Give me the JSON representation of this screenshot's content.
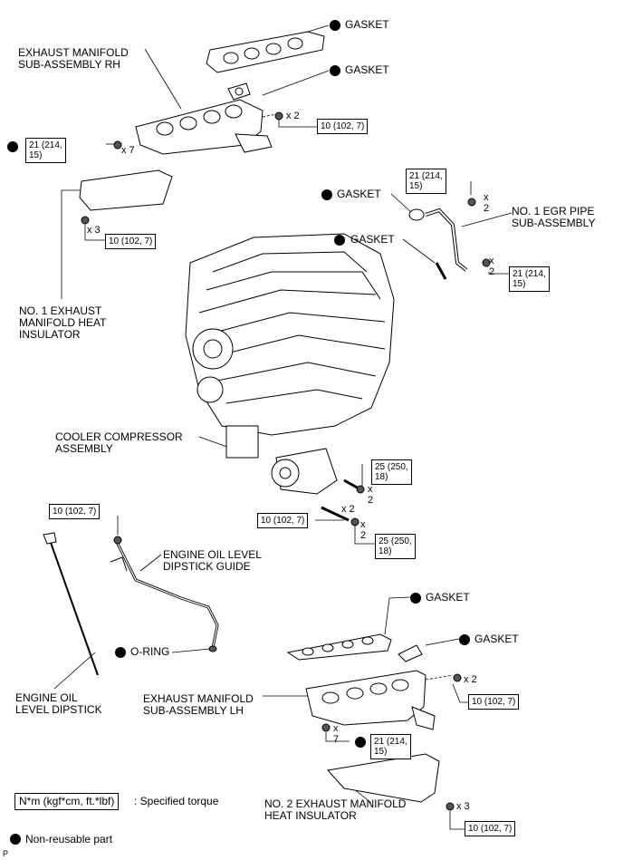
{
  "labels": {
    "exhaust_manifold_rh": "EXHAUST MANIFOLD\nSUB-ASSEMBLY RH",
    "gasket": "GASKET",
    "no1_egr_pipe": "NO. 1 EGR PIPE\nSUB-ASSEMBLY",
    "no1_heat_insulator": "NO. 1 EXHAUST\nMANIFOLD HEAT\nINSULATOR",
    "cooler_compressor": "COOLER COMPRESSOR\nASSEMBLY",
    "dipstick_guide": "ENGINE OIL LEVEL\nDIPSTICK GUIDE",
    "o_ring": "O-RING",
    "dipstick": "ENGINE OIL\nLEVEL DIPSTICK",
    "exhaust_manifold_lh": "EXHAUST MANIFOLD\nSUB-ASSEMBLY LH",
    "no2_heat_insulator": "NO. 2 EXHAUST MANIFOLD\nHEAT INSULATOR"
  },
  "torques": {
    "t_21_214_15": "21 (214,\n15)",
    "t_10_102_7": "10 (102, 7)",
    "t_25_250_18": "25 (250,\n18)"
  },
  "quantities": {
    "x2": "x 2",
    "x7": "x 7",
    "x3": "x 3",
    "x2_stacked": "x\n2",
    "x7_stacked": "x\n7"
  },
  "legend": {
    "torque_unit": "N*m (kgf*cm, ft.*lbf)",
    "torque_desc": ": Specified torque",
    "non_reusable": "Non-reusable part"
  },
  "corner_mark": "P"
}
